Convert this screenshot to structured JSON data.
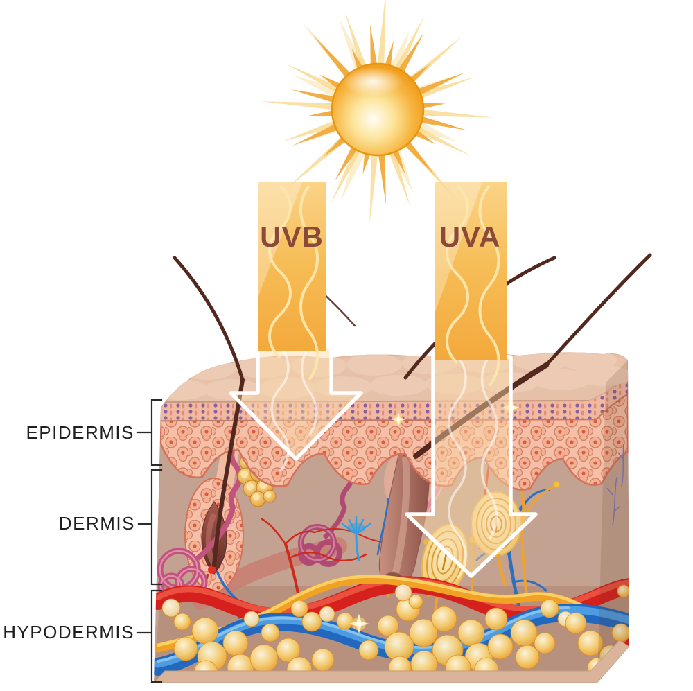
{
  "diagram": {
    "type": "anatomy-illustration",
    "subject": "UVB and UVA radiation penetration into skin layers"
  },
  "sun": {
    "name": "sun"
  },
  "arrows": {
    "uvb_label": "UVB",
    "uva_label": "UVA",
    "label_color": "#8B4A38",
    "band_top_color": "#FBD387",
    "band_bottom_color": "#F3A93C"
  },
  "layer_labels": {
    "epidermis": "EPIDERMIS",
    "dermis": "DERMIS",
    "hypodermis": "HYPODERMIS",
    "text_color": "#1F1F1F"
  },
  "palette": {
    "skin_top": "#E6C0A9",
    "epidermis_cells": "#F5BFA8",
    "stratum_band": "#F2B9A1",
    "dermis": "#C3A291",
    "hypodermis": "#B8907E",
    "artery_red": "#D6201E",
    "vein_blue": "#2268BE",
    "nerve_yellow": "#EFA223",
    "fat_orange": "#E8961F",
    "hair_brown": "#53281F",
    "gland_pink": "#C2537D",
    "sun_core": "#F6B33C"
  }
}
